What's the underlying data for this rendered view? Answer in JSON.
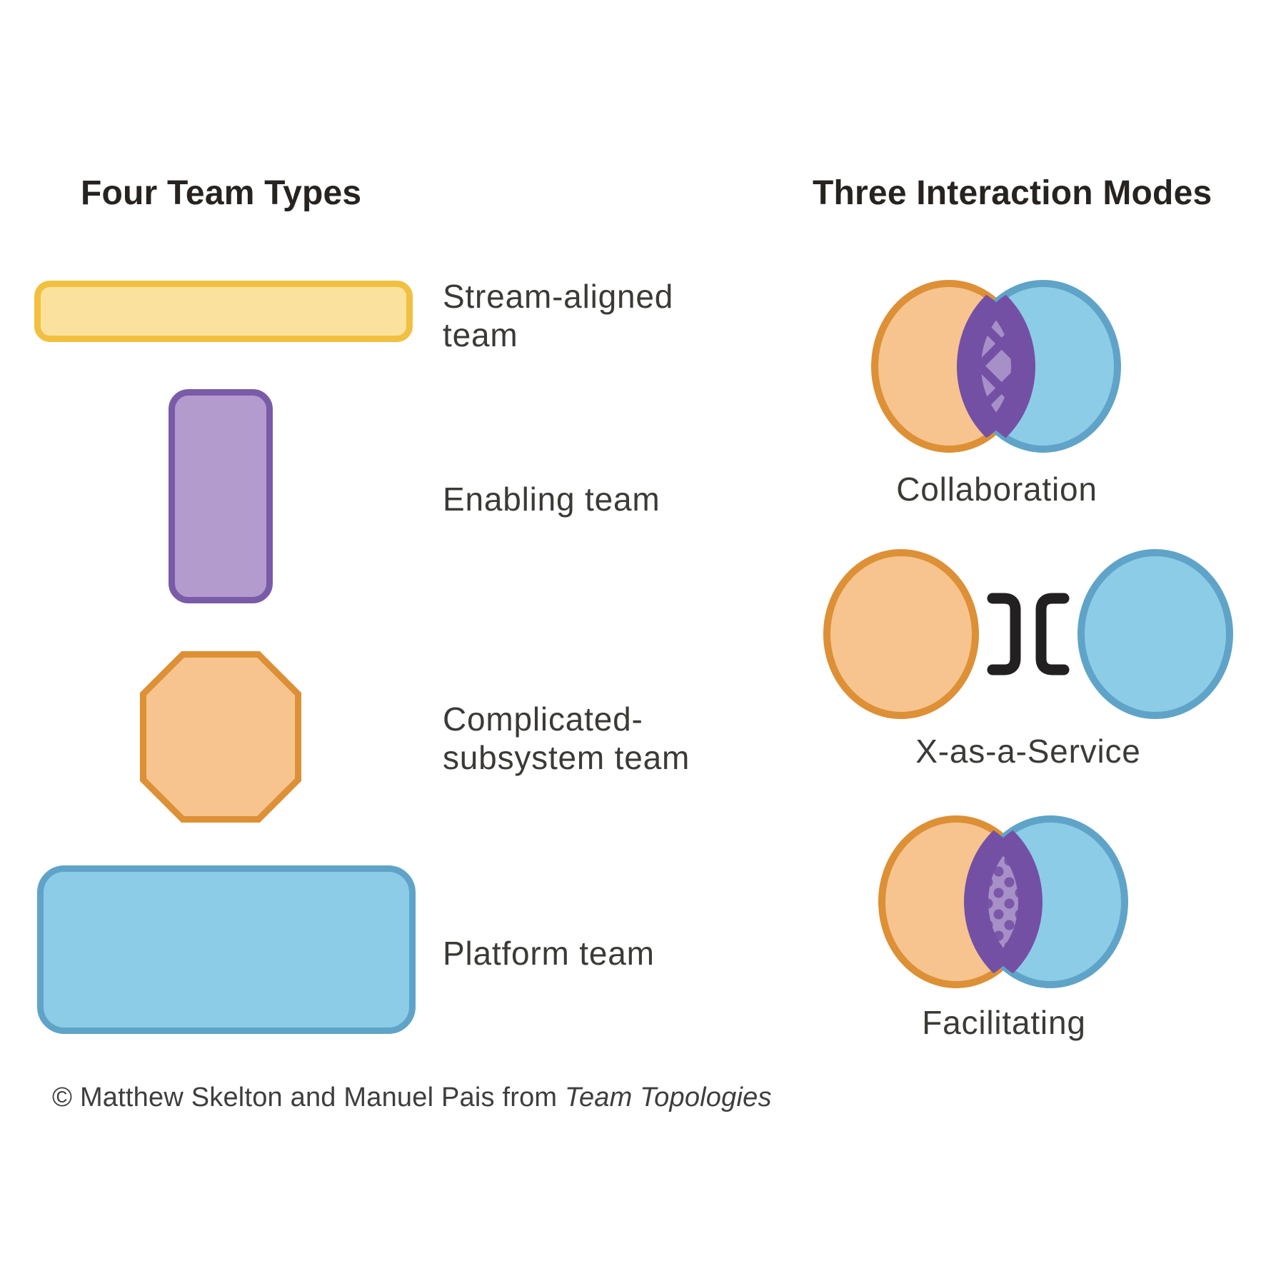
{
  "left_panel": {
    "title": "Four Team Types",
    "teams": [
      {
        "id": "stream-aligned",
        "label": "Stream-aligned\nteam",
        "shape": "wide-rounded-rectangle"
      },
      {
        "id": "enabling",
        "label": "Enabling team",
        "shape": "tall-rounded-rectangle"
      },
      {
        "id": "complicated-subsystem",
        "label": "Complicated-\nsubsystem team",
        "shape": "octagon"
      },
      {
        "id": "platform",
        "label": "Platform team",
        "shape": "large-rounded-rectangle"
      }
    ]
  },
  "right_panel": {
    "title": "Three Interaction Modes",
    "modes": [
      {
        "id": "collaboration",
        "label": "Collaboration",
        "glyph": "overlapping-circles-crosshatched-lens"
      },
      {
        "id": "x-as-a-service",
        "label": "X-as-a-Service",
        "glyph": "separate-circles-with-brackets"
      },
      {
        "id": "facilitating",
        "label": "Facilitating",
        "glyph": "overlapping-circles-dotted-lens"
      }
    ]
  },
  "footer": {
    "prefix": "© Matthew Skelton and Manuel Pais from ",
    "book": "Team Topologies"
  },
  "colors": {
    "background": "#FFFFFF",
    "yellow_border": "#F2C040",
    "yellow_fill": "#FAE29E",
    "purple_border": "#7A5BA8",
    "purple_fill": "#B49BCE",
    "orange_border": "#DD9036",
    "orange_fill": "#F7C48F",
    "blue_border": "#5FA4C8",
    "blue_fill": "#8DCCE6",
    "overlap_border": "#7450A5",
    "overlap_fill": "#A78FC7",
    "overlap_dot": "#7A57A8",
    "bracket_color": "#232021",
    "heading_color": "#272320",
    "label_color": "#3C3A36",
    "footer_color": "#3E3E3E"
  }
}
